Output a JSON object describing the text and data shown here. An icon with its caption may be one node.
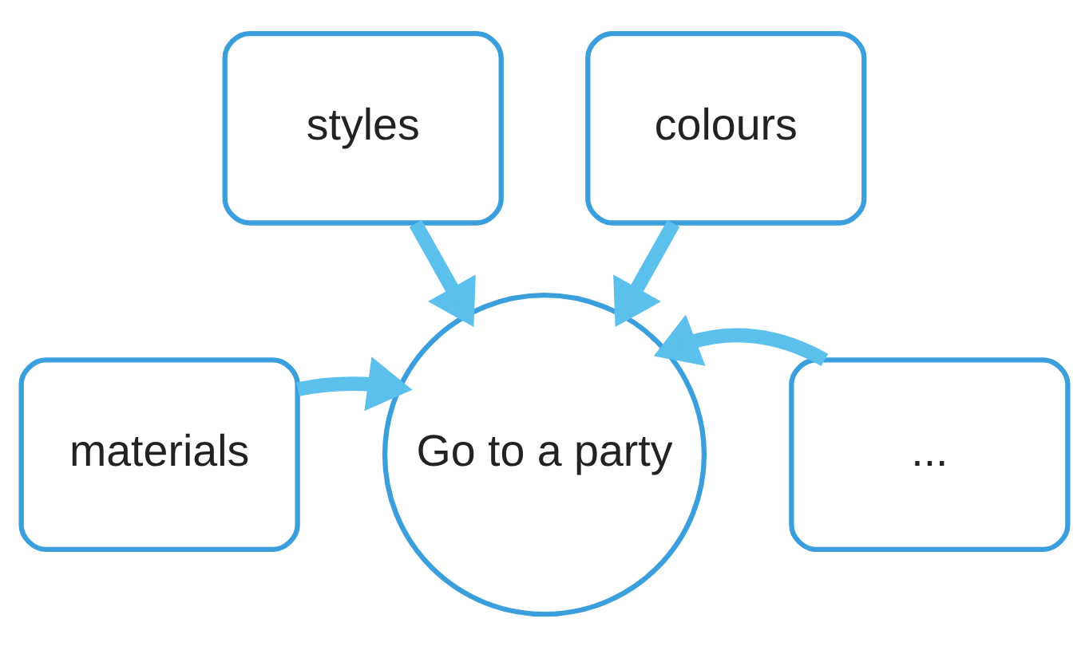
{
  "diagram": {
    "nodes": [
      {
        "text": [
          "styles"
        ]
      },
      {
        "text": [
          "colours"
        ]
      },
      {
        "text": [
          "materials"
        ]
      },
      {
        "text": [
          "Go to a party"
        ]
      },
      {
        "text": [
          "..."
        ]
      }
    ],
    "edges": [
      {
        "from": 0,
        "to": 3,
        "arrow": "to"
      },
      {
        "from": 1,
        "to": 3,
        "arrow": "to"
      },
      {
        "from": 2,
        "to": 3,
        "arrow": "to"
      },
      {
        "from": 4,
        "to": 3,
        "arrow": "to"
      }
    ]
  }
}
